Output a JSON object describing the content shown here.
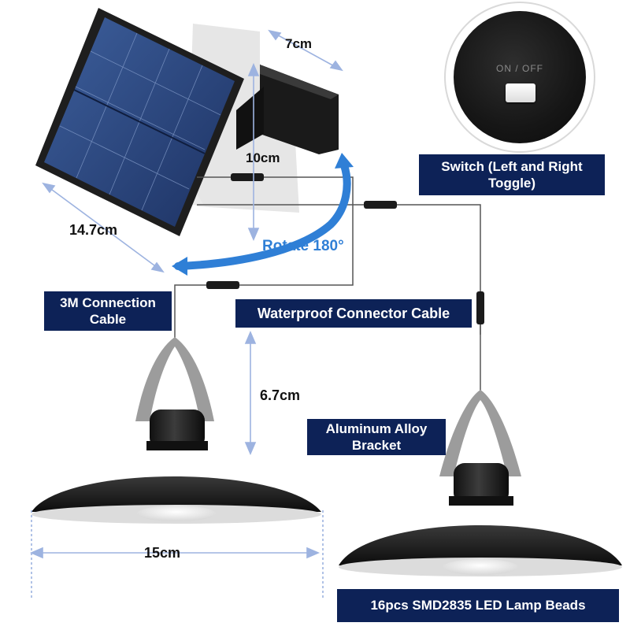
{
  "labels": {
    "switch": [
      "Switch (Left and Right",
      "Toggle)"
    ],
    "connection_cable": [
      "3M Connection",
      "Cable"
    ],
    "waterproof": "Waterproof Connector Cable",
    "bracket": [
      "Aluminum Alloy",
      "Bracket"
    ],
    "beads": "16pcs SMD2835 LED Lamp Beads"
  },
  "dimensions": {
    "panel_depth": "7cm",
    "panel_height": "10cm",
    "panel_width": "14.7cm",
    "hanger_height": "6.7cm",
    "shade_diameter": "15cm"
  },
  "rotation_label": "Rotate 180°",
  "switch_text": "ON / OFF",
  "colors": {
    "label_background": "#0d2257",
    "dimension_arrow": "#9db3e0",
    "rotate_arrow": "#2f7fd6"
  }
}
